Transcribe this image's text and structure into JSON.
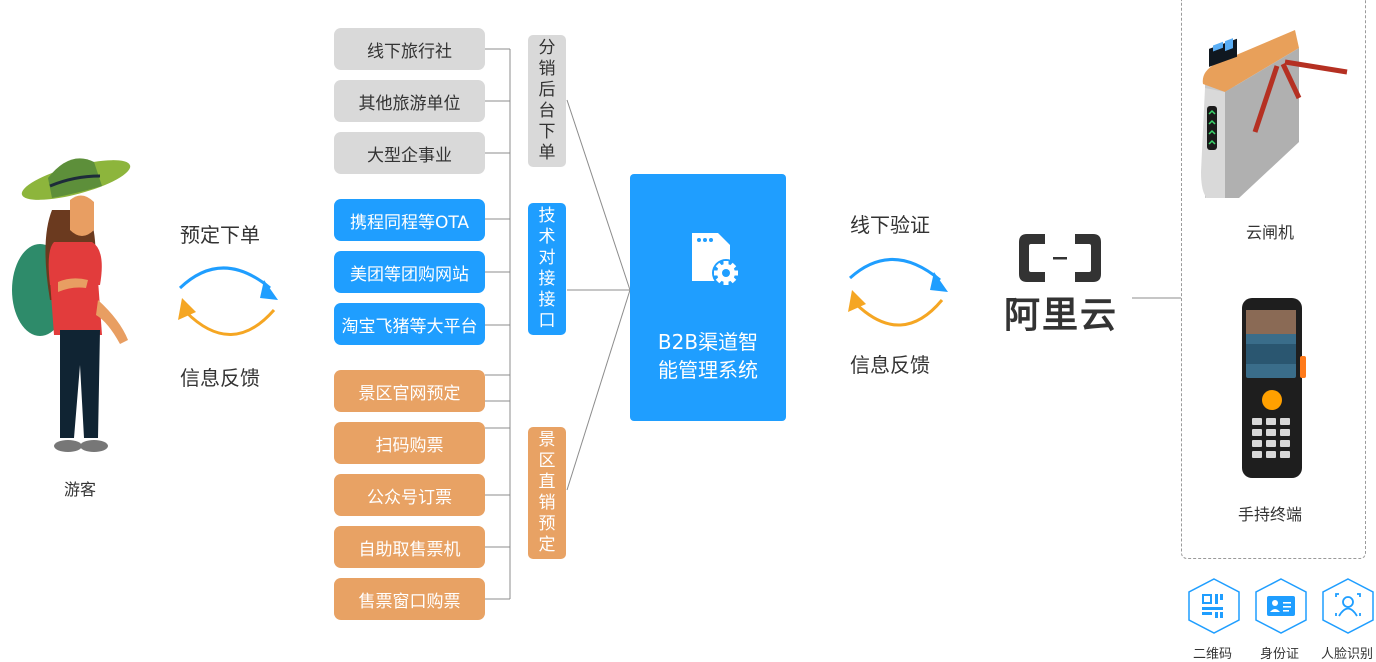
{
  "tourist": {
    "label": "游客"
  },
  "left_exchange": {
    "top_label": "预定下单",
    "bottom_label": "信息反馈"
  },
  "channels": {
    "gray_items": [
      "线下旅行社",
      "其他旅游单位",
      "大型企事业"
    ],
    "blue_items": [
      "携程同程等OTA",
      "美团等团购网站",
      "淘宝飞猪等大平台"
    ],
    "orange_items": [
      "景区官网预定",
      "扫码购票",
      "公众号订票",
      "自助取售票机",
      "售票窗口购票"
    ]
  },
  "groups": {
    "distribution": {
      "chars": [
        "分",
        "销",
        "后",
        "台",
        "下",
        "单"
      ]
    },
    "api": {
      "chars": [
        "技",
        "术",
        "对",
        "接",
        "接",
        "口"
      ]
    },
    "direct": {
      "chars": [
        "景",
        "区",
        "直",
        "销",
        "预",
        "定"
      ]
    }
  },
  "central_system": {
    "line1": "B2B渠道智",
    "line2": "能管理系统",
    "icon": "document-gear-icon"
  },
  "right_exchange": {
    "top_label": "线下验证",
    "bottom_label": "信息反馈"
  },
  "cloud": {
    "name": "阿里云"
  },
  "devices": [
    {
      "label": "云闸机"
    },
    {
      "label": "手持终端"
    }
  ],
  "verify_methods": [
    {
      "label": "二维码",
      "icon": "qr-code-icon"
    },
    {
      "label": "身份证",
      "icon": "id-card-icon"
    },
    {
      "label": "人脸识别",
      "icon": "face-recognition-icon"
    }
  ],
  "colors": {
    "blue": "#1f9eff",
    "orange": "#e8a264",
    "gray": "#d9d9d9",
    "arrow_orange": "#f5a623"
  }
}
